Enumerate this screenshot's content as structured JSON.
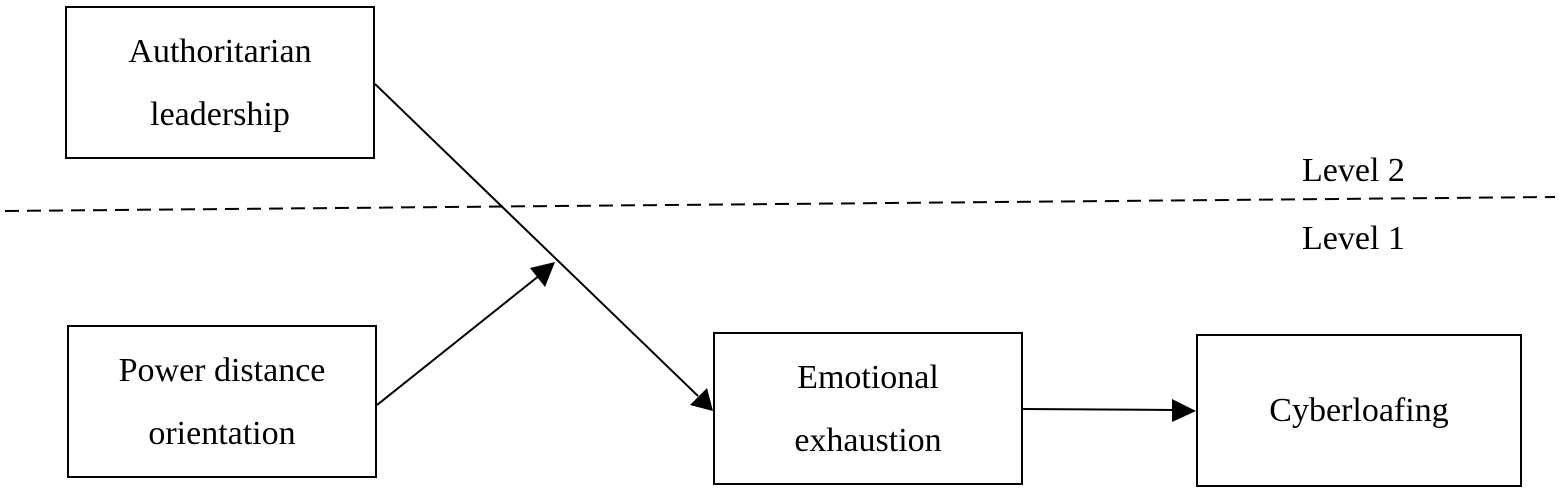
{
  "nodes": {
    "authoritarian_leadership": "Authoritarian\nleadership",
    "power_distance_orientation": "Power distance\norientation",
    "emotional_exhaustion": "Emotional\nexhaustion",
    "cyberloafing": "Cyberloafing"
  },
  "levels": {
    "level_2": "Level 2",
    "level_1": "Level 1"
  },
  "edges": [
    {
      "from": "authoritarian_leadership",
      "to": "emotional_exhaustion",
      "style": "solid",
      "arrow": "end"
    },
    {
      "from": "power_distance_orientation",
      "to": "authoritarian_leadership->emotional_exhaustion",
      "style": "solid",
      "arrow": "end",
      "type": "moderation"
    },
    {
      "from": "emotional_exhaustion",
      "to": "cyberloafing",
      "style": "solid",
      "arrow": "end"
    }
  ],
  "separator": {
    "style": "dashed",
    "divides": [
      "level_2",
      "level_1"
    ]
  },
  "colors": {
    "stroke": "#000000",
    "background": "#ffffff",
    "text": "#000000"
  }
}
